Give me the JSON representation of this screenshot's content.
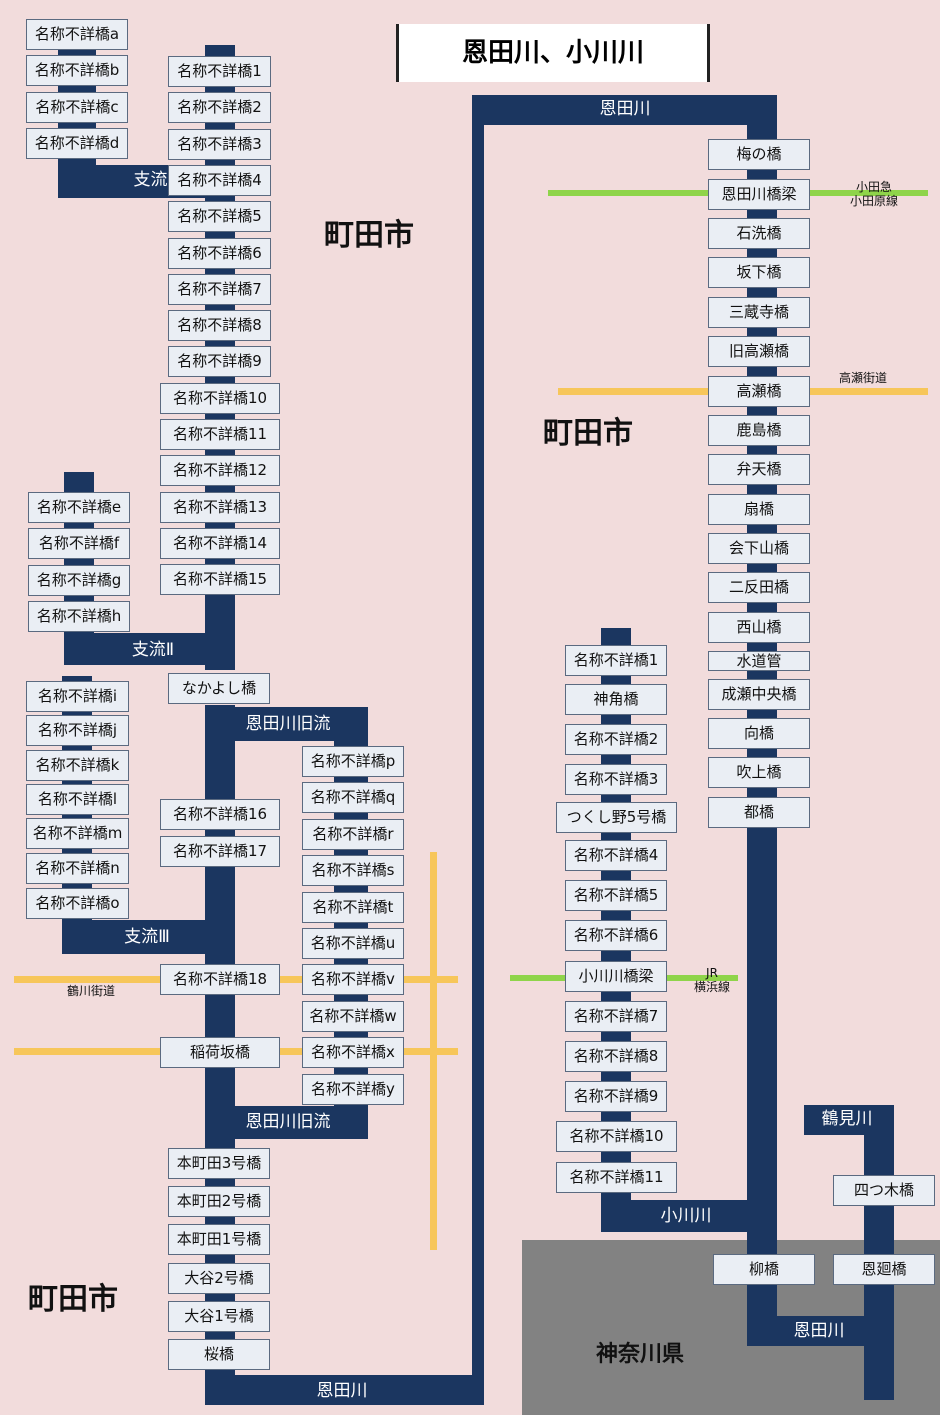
{
  "title": "恩田川、小川川",
  "cities": {
    "city_top_left": "町田市",
    "city_center": "町田市",
    "city_bottom_left": "町田市"
  },
  "prefecture": "神奈川県",
  "rivers": {
    "onda_top": "恩田川",
    "onda_bottom_left": "恩田川",
    "onda_bottom_right": "恩田川",
    "shiryu1": "支流Ⅰ",
    "shiryu2": "支流Ⅱ",
    "shiryu3": "支流Ⅲ",
    "kyuryu_top": "恩田川旧流",
    "kyuryu_bottom": "恩田川旧流",
    "ogawa": "小川川",
    "tsurumi": "鶴見川"
  },
  "lines": {
    "odakyu": "小田急\n小田原線",
    "takase_road": "高瀬街道",
    "jr": "JR\n横浜線",
    "tsurukawa_road": "鶴川街道"
  },
  "bridges": {
    "shiryu1_left": [
      "名称不詳橋a",
      "名称不詳橋b",
      "名称不詳橋c",
      "名称不詳橋d"
    ],
    "main_left": [
      "名称不詳橋1",
      "名称不詳橋2",
      "名称不詳橋3",
      "名称不詳橋4",
      "名称不詳橋5",
      "名称不詳橋6",
      "名称不詳橋7",
      "名称不詳橋8",
      "名称不詳橋9",
      "名称不詳橋10",
      "名称不詳橋11",
      "名称不詳橋12",
      "名称不詳橋13",
      "名称不詳橋14",
      "名称不詳橋15"
    ],
    "shiryu2_left": [
      "名称不詳橋e",
      "名称不詳橋f",
      "名称不詳橋g",
      "名称不詳橋h"
    ],
    "nakayoshi": "なかよし橋",
    "shiryu3_left": [
      "名称不詳橋i",
      "名称不詳橋j",
      "名称不詳橋k",
      "名称不詳橋l",
      "名称不詳橋m",
      "名称不詳橋n",
      "名称不詳橋o"
    ],
    "mid_left": [
      "名称不詳橋16",
      "名称不詳橋17",
      "名称不詳橋18",
      "稲荷坂橋"
    ],
    "kyuryu": [
      "名称不詳橋p",
      "名称不詳橋q",
      "名称不詳橋r",
      "名称不詳橋s",
      "名称不詳橋t",
      "名称不詳橋u",
      "名称不詳橋v",
      "名称不詳橋w",
      "名称不詳橋x",
      "名称不詳橋y"
    ],
    "lower_left": [
      "本町田3号橋",
      "本町田2号橋",
      "本町田1号橋",
      "大谷2号橋",
      "大谷1号橋",
      "桜橋"
    ],
    "onda_right": [
      "梅の橋",
      "恩田川橋梁",
      "石洗橋",
      "坂下橋",
      "三蔵寺橋",
      "旧高瀬橋",
      "高瀬橋",
      "鹿島橋",
      "弁天橋",
      "扇橋",
      "会下山橋",
      "二反田橋",
      "西山橋",
      "水道管",
      "成瀬中央橋",
      "向橋",
      "吹上橋",
      "都橋"
    ],
    "ogawa": [
      "名称不詳橋1",
      "神角橋",
      "名称不詳橋2",
      "名称不詳橋3",
      "つくし野5号橋",
      "名称不詳橋4",
      "名称不詳橋5",
      "名称不詳橋6",
      "小川川橋梁",
      "名称不詳橋7",
      "名称不詳橋8",
      "名称不詳橋9",
      "名称不詳橋10",
      "名称不詳橋11"
    ],
    "yanagi": "柳橋",
    "yotsugi": "四つ木橋",
    "onkai": "恩廻橋"
  }
}
